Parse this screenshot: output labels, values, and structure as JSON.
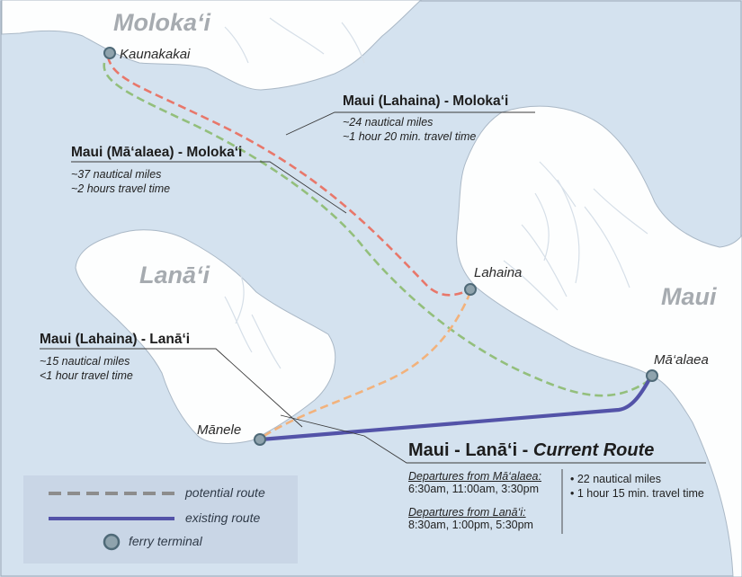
{
  "islands": {
    "molokai": "Moloka‘i",
    "lanai": "Lanā‘i",
    "maui": "Maui"
  },
  "terminals": {
    "kaunakakai": "Kaunakakai",
    "lahaina": "Lahaina",
    "maalaea": "Mā‘alaea",
    "manele": "Mānele"
  },
  "routes": {
    "lahaina_molokai": {
      "title": "Maui (Lahaina) - Moloka‘i",
      "distance": "~24 nautical miles",
      "time": "~1 hour 20 min. travel time"
    },
    "maalaea_molokai": {
      "title": "Maui (Mā‘alaea) - Moloka‘i",
      "distance": "~37 nautical miles",
      "time": "~2 hours travel time"
    },
    "lahaina_lanai": {
      "title": "Maui (Lahaina) - Lanā‘i",
      "distance": "~15 nautical miles",
      "time": "<1 hour travel time"
    },
    "current": {
      "title_prefix": "Maui - Lanā‘i - ",
      "title_suffix": "Current Route",
      "departures_maalaea_label": "Departures from Mā‘alaea:",
      "departures_maalaea_times": "6:30am, 11:00am, 3:30pm",
      "departures_lanai_label": "Departures from Lanā‘i:",
      "departures_lanai_times": "8:30am, 1:00pm, 5:30pm",
      "bullet_distance": "• 22 nautical miles",
      "bullet_time": "• 1 hour 15 min. travel time"
    }
  },
  "legend": {
    "potential": "potential route",
    "existing": "existing route",
    "terminal": "ferry terminal"
  },
  "colors": {
    "ocean": "#d4e2ef",
    "land": "#fdfefe",
    "shore": "#aab8c6",
    "route_lahaina_molokai": "#e8776a",
    "route_maalaea_molokai": "#93bf7c",
    "route_lahaina_lanai": "#f2b27c",
    "route_current": "#5353a8",
    "terminal_fill": "#8fa3ad",
    "terminal_stroke": "#4f6a78",
    "legend_bg": "#c9d6e6",
    "legend_dash": "#8d8d8d"
  }
}
